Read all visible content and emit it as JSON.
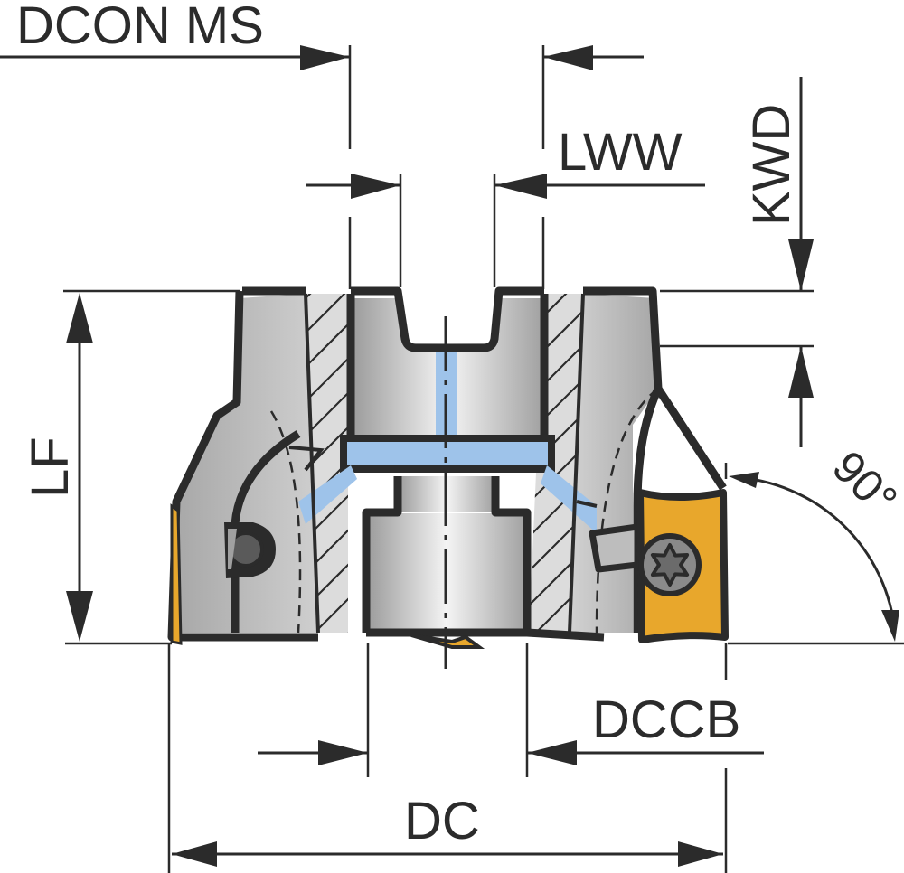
{
  "diagram": {
    "title": "Face milling cutter dimension drawing",
    "labels": {
      "dcon_ms": "DCON MS",
      "lww": "LWW",
      "kwd": "KWD",
      "lf": "LF",
      "angle": "90°",
      "dccb": "DCCB",
      "dc": "DC"
    },
    "colors": {
      "line": "#2b2b2b",
      "body_light": "#e6e6e6",
      "body_mid": "#c4c4c4",
      "body_dark": "#9e9e9e",
      "coolant": "#9ec3ea",
      "insert": "#e8a72c",
      "screw": "#8a8a8a"
    },
    "icons": {
      "insert_screw": "torx-screw-icon",
      "clamp_screw": "clamp-screw-icon"
    }
  }
}
